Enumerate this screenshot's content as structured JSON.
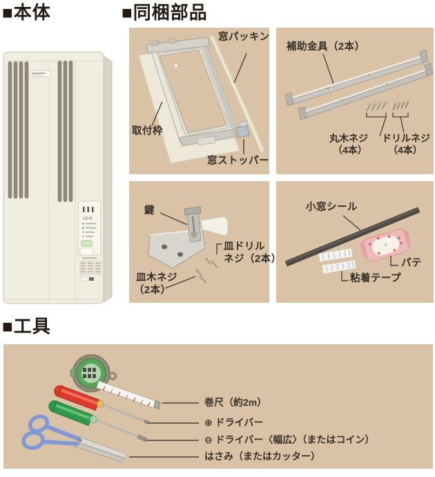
{
  "colors": {
    "panel_bg": "#d9c2a6",
    "heading_text": "#241b13",
    "label_text": "#352e26"
  },
  "headings": {
    "main_unit": "■本体",
    "included_parts": "■同梱部品",
    "tools": "■工具"
  },
  "main_unit_photo": {
    "control_panel_text": "ION"
  },
  "parts_panels": {
    "frame": {
      "packing_label": "窓パッキン",
      "frame_label": "取付枠",
      "stopper_label": "窓ストッパー"
    },
    "brackets": {
      "bracket_label": "補助金具（2本）",
      "round_wood_screw_label": "丸木ネジ",
      "round_wood_screw_count": "（4本）",
      "drill_screw_label": "ドリルネジ",
      "drill_screw_count": "（4本）"
    },
    "lock": {
      "lock_label": "鍵",
      "flat_drill_screw_label_line1": "皿ドリル",
      "flat_drill_screw_label_line2": "ネジ（2本）",
      "flat_wood_screw_label_line1": "皿木ネジ",
      "flat_wood_screw_label_line2": "（2本）"
    },
    "seal": {
      "seal_label": "小窓シール",
      "putty_label": "パテ",
      "tape_label": "粘着テープ"
    }
  },
  "tools_panel": {
    "items": [
      {
        "label": "巻尺（約2m）"
      },
      {
        "label": "⊕ ドライバー"
      },
      {
        "label": "⊖ ドライバー〈幅広〉（またはコイン）"
      },
      {
        "label": "はさみ（またはカッター）"
      }
    ]
  }
}
